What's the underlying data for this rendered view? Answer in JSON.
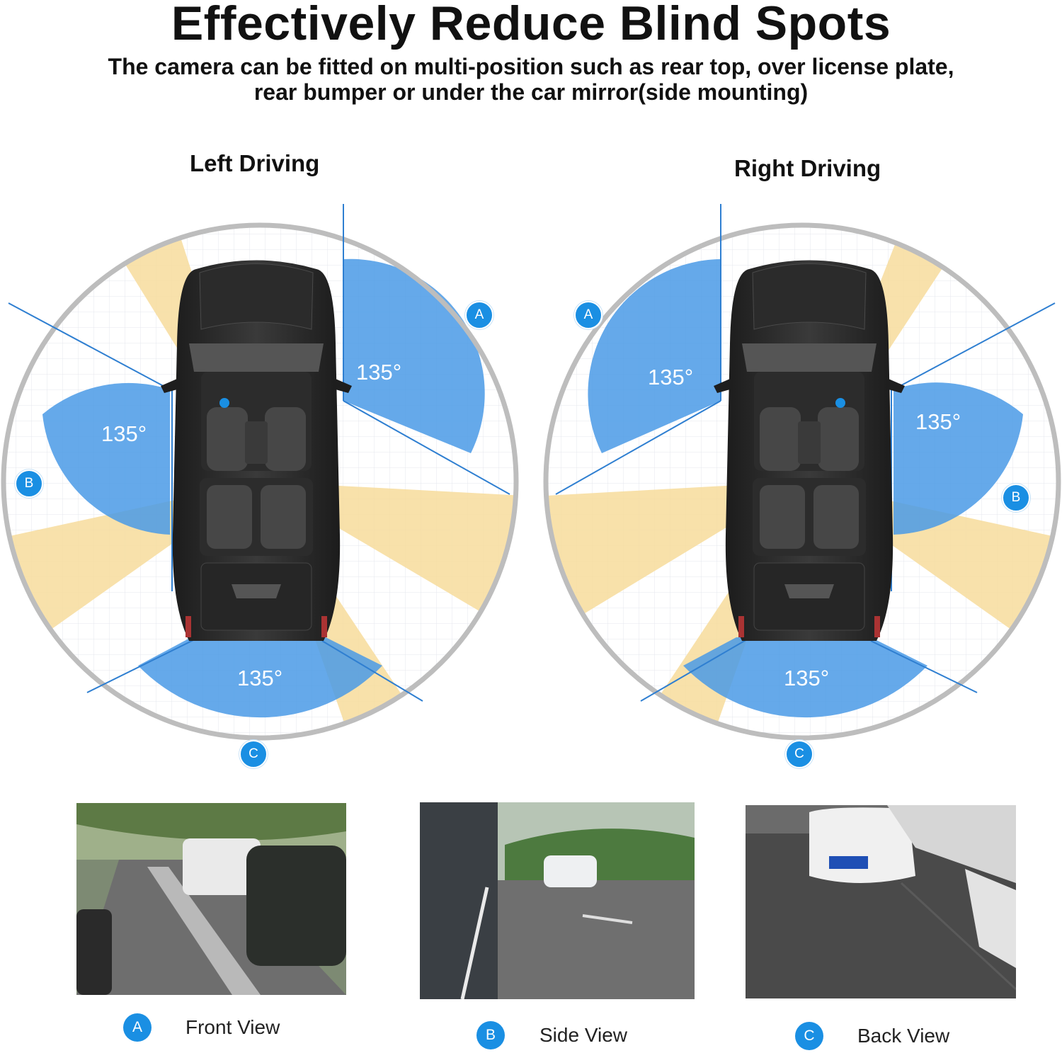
{
  "header": {
    "title": "Effectively Reduce Blind Spots",
    "subtitle": "The camera can be fitted on multi-position such as rear top, over license plate, rear bumper or under the car mirror(side mounting)"
  },
  "diagrams": {
    "left": {
      "label": "Left Driving",
      "badges": {
        "a": "A",
        "b": "B",
        "c": "C"
      },
      "angles": {
        "front": "135°",
        "side": "135°",
        "rear": "135°"
      }
    },
    "right": {
      "label": "Right Driving",
      "badges": {
        "a": "A",
        "b": "B",
        "c": "C"
      },
      "angles": {
        "front": "135°",
        "side": "135°",
        "rear": "135°"
      }
    }
  },
  "legend": [
    {
      "badge": "A",
      "label": "Front View"
    },
    {
      "badge": "B",
      "label": "Side View"
    },
    {
      "badge": "C",
      "label": "Back View"
    }
  ],
  "colors": {
    "coverage_blue": "#4a9ae6",
    "blind_yellow": "#f7dc9c",
    "badge_blue": "#1a8fe3",
    "circle_border": "#bdbdbd"
  }
}
